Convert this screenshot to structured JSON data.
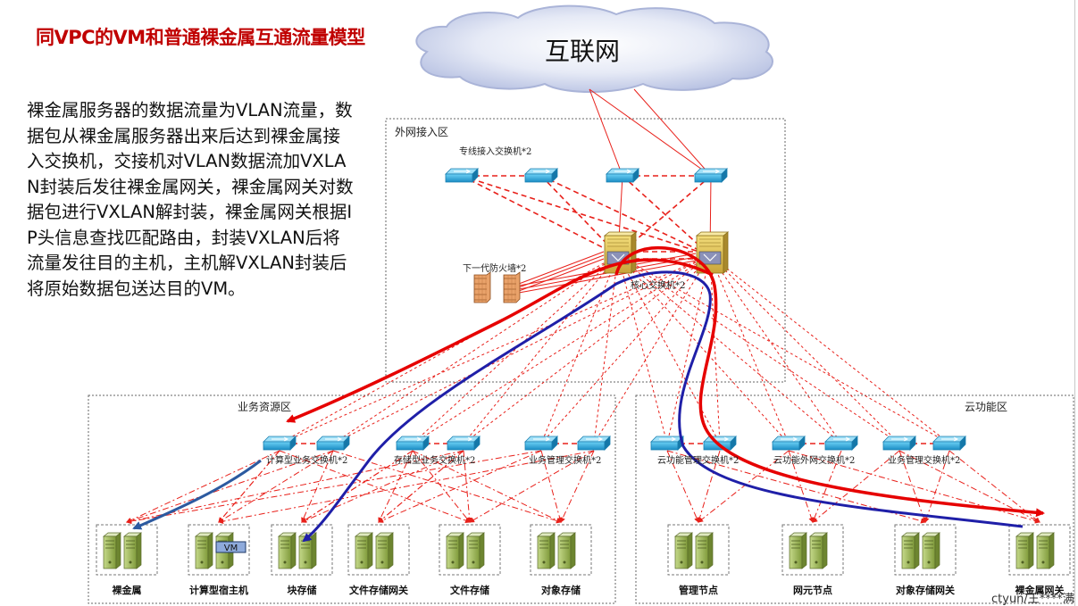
{
  "title": "同VPC的VM和普通裸金属互通流量模型",
  "description": "裸金属服务器的数据流量为VLAN流量，数据包从裸金属服务器出来后达到裸金属接入交换机，交接机对VLAN数据流加VXLAN封装后发往裸金属网关，裸金属网关对数据包进行VXLAN解封装，裸金属网关根据IP头信息查找匹配路由，封装VXLAN后将流量发往目的主机，主机解VXLAN封装后将原始数据包送达目的VM。",
  "internet": "互联网",
  "zones": {
    "external": "外网接入区",
    "business": "业务资源区",
    "cloud": "云功能区"
  },
  "devices": {
    "leased_line_switch": "专线接入交换机*2",
    "firewall": "下一代防火墙*2",
    "core_switch": "核心交换机*2",
    "compute_switch": "计算型业务交换机*2",
    "storage_switch": "存储型业务交换机*2",
    "mgmt_switch": "业务管理交换机*2",
    "cloud_mgmt_switch": "云功能管理交换机*2",
    "cloud_ext_switch": "云功能外网交换机*2",
    "cloud_biz_mgmt_switch": "业务管理交换机*2"
  },
  "vm_tag": "VM",
  "nodes": {
    "bare_metal": "裸金属",
    "compute_host": "计算型宿主机",
    "block_storage": "块存储",
    "file_gateway": "文件存储网关",
    "file_storage": "文件存储",
    "object_storage": "对象存储",
    "mgmt_node": "管理节点",
    "ne_node": "网元节点",
    "object_gateway": "对象存储网关",
    "bm_gateway": "裸金属网关"
  },
  "watermark": "ctyun/王****满",
  "colors": {
    "title": "#c00000",
    "red_path": "#e60000",
    "blue_path": "#1f1fa8",
    "link_red": "#e8201a",
    "switch": "#2aa4d8"
  },
  "icons": [
    "cloud-icon",
    "switch-icon",
    "core-switch-icon",
    "firewall-icon",
    "server-icon"
  ]
}
